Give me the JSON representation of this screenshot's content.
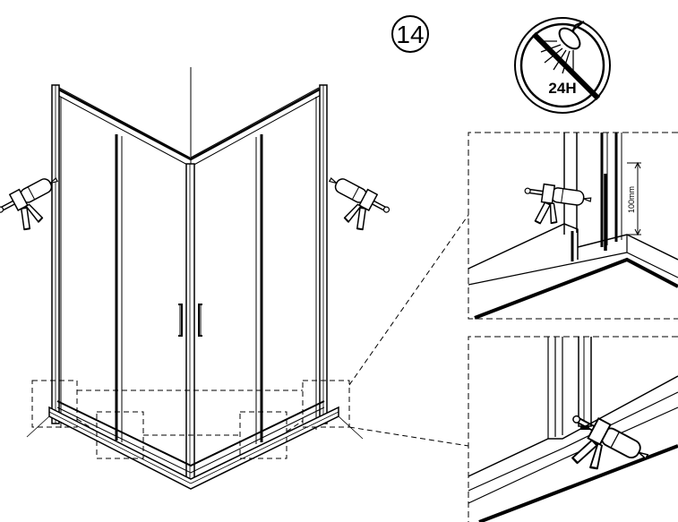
{
  "step": {
    "number": "14"
  },
  "warning": {
    "duration_label": "24H",
    "icon": "no-shower-icon"
  },
  "detail": {
    "seal_height_label": "100mm"
  },
  "tools": {
    "icon": "caulking-gun-icon"
  }
}
